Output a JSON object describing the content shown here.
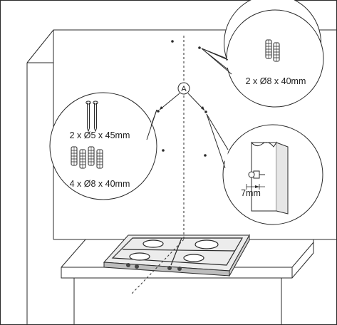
{
  "labels": {
    "point_marker": "A",
    "top_right_callout": "2 x Ø8 x 40mm",
    "left_screws": "2 x Ø5 x 45mm",
    "left_plugs": "4 x Ø8 x 40mm",
    "clearance": "7mm"
  },
  "colors": {
    "line": "#2a2a2a",
    "fill": "#ffffff",
    "shade": "#dcdcdc",
    "dark": "#555555"
  },
  "icons": {
    "wall_plug": "wall-plug-icon",
    "screw": "screw-icon"
  }
}
